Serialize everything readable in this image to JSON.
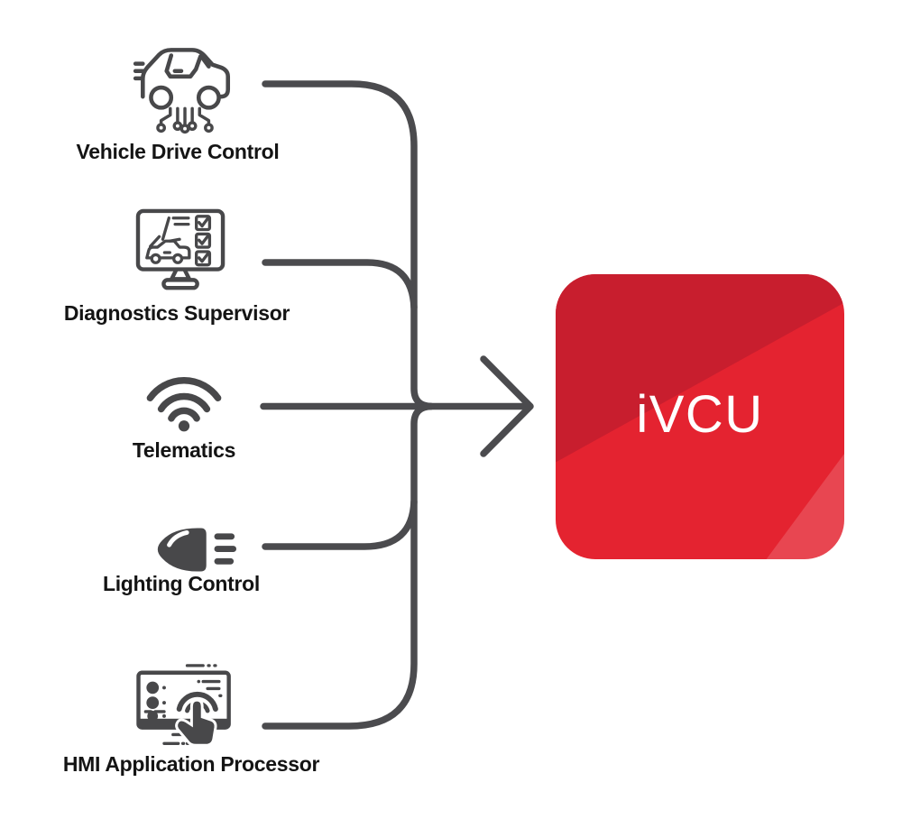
{
  "diagram": {
    "type": "convergence-diagram",
    "sources": [
      {
        "label": "Vehicle Drive Control",
        "icon": "car-circuit-icon"
      },
      {
        "label": "Diagnostics Supervisor",
        "icon": "diagnostics-monitor-icon"
      },
      {
        "label": "Telematics",
        "icon": "wifi-icon"
      },
      {
        "label": "Lighting Control",
        "icon": "headlight-icon"
      },
      {
        "label": "HMI Application Processor",
        "icon": "touchscreen-tap-icon"
      }
    ],
    "target": {
      "label": "iVCU"
    }
  },
  "colors": {
    "background": "#ffffff",
    "line": "#4b4b4e",
    "icon": "#48484a",
    "label": "#141414",
    "box_bright": "#e42330",
    "box_dark": "#c81e2e",
    "box_highlight": "rgba(255,255,255,0.16)",
    "box_text": "#ffffff"
  }
}
